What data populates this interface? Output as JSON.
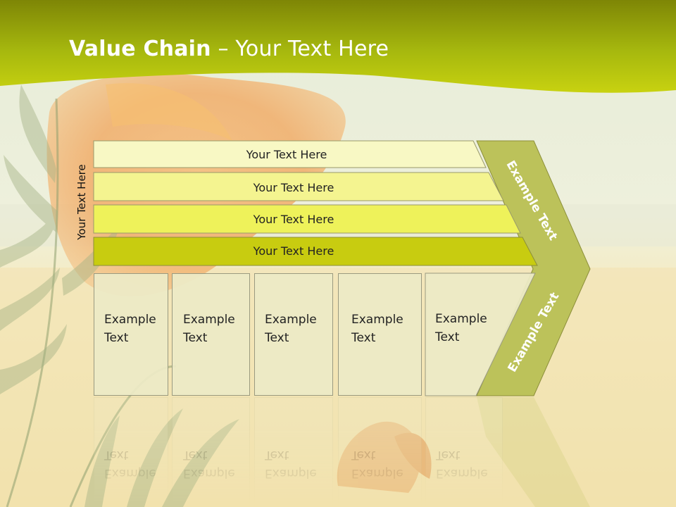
{
  "title": {
    "bold": "Value Chain",
    "rest": " – Your Text Here"
  },
  "side_label": "Your Text Here",
  "rows": [
    {
      "label": "Your Text Here",
      "color": "#f8f8c4"
    },
    {
      "label": "Your Text Here",
      "color": "#f4f490"
    },
    {
      "label": "Your Text Here",
      "color": "#eef25a"
    },
    {
      "label": "Your Text Here",
      "color": "#c8cc10"
    }
  ],
  "boxes": [
    {
      "line1": "Example",
      "line2": "Text"
    },
    {
      "line1": "Example",
      "line2": "Text"
    },
    {
      "line1": "Example",
      "line2": "Text"
    },
    {
      "line1": "Example",
      "line2": "Text"
    },
    {
      "line1": "Example",
      "line2": "Text"
    }
  ],
  "chevron": {
    "upper": "Example Text",
    "lower": "Example Text",
    "color": "#bcc25a"
  },
  "colors": {
    "header": "#a8b810",
    "row_border": "#9a9a6a"
  }
}
